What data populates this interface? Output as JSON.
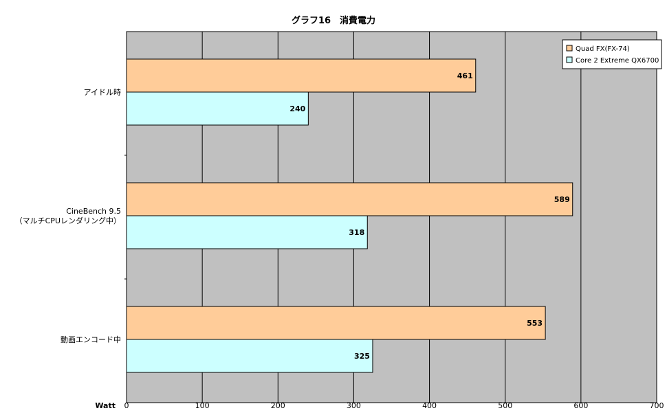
{
  "chart_data": {
    "type": "bar",
    "orientation": "horizontal",
    "title": "グラフ16　消費電力",
    "xlabel": "Watt",
    "xlim": [
      0,
      700
    ],
    "xticks": [
      0,
      100,
      200,
      300,
      400,
      500,
      600,
      700
    ],
    "grid": true,
    "legend_position": "top-right",
    "categories": [
      [
        "アイドル時"
      ],
      [
        "CineBench 9.5",
        "（マルチCPUレンダリング中）"
      ],
      [
        "動画エンコード中"
      ]
    ],
    "series": [
      {
        "name": "Quad FX(FX-74)",
        "color": "#FFCC99",
        "values": [
          461,
          589,
          553
        ]
      },
      {
        "name": "Core 2 Extreme QX6700",
        "color": "#CCFFFF",
        "values": [
          240,
          318,
          325
        ]
      }
    ],
    "plot_background": "#C0C0C0"
  }
}
